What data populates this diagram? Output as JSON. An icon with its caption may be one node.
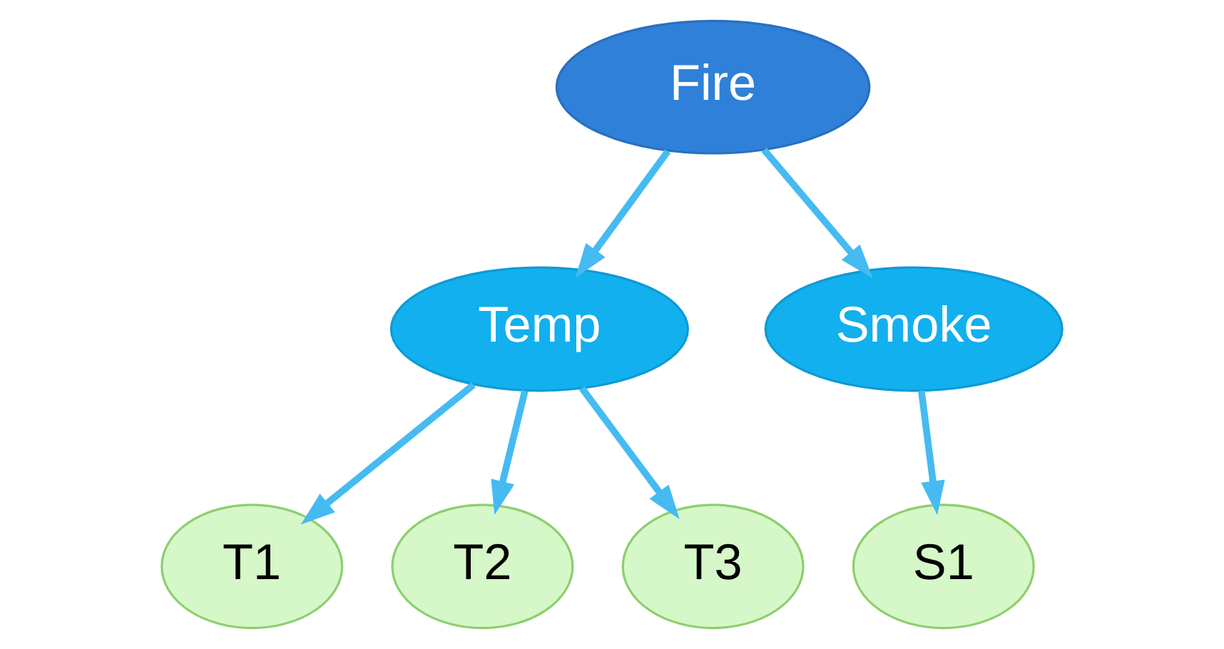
{
  "diagram": {
    "nodes": [
      {
        "text": [
          "Fire"
        ]
      },
      {
        "text": [
          "Temp"
        ]
      },
      {
        "text": [
          "Smoke"
        ]
      },
      {
        "text": [
          "T1"
        ]
      },
      {
        "text": [
          "T2"
        ]
      },
      {
        "text": [
          "T3"
        ]
      },
      {
        "text": [
          "S1"
        ]
      }
    ],
    "edges": [
      {
        "from": 0,
        "to": 1,
        "arrow": "to"
      },
      {
        "from": 0,
        "to": 2,
        "arrow": "to"
      },
      {
        "from": 1,
        "to": 3,
        "arrow": "to"
      },
      {
        "from": 1,
        "to": 4,
        "arrow": "to"
      },
      {
        "from": 1,
        "to": 5,
        "arrow": "to"
      },
      {
        "from": 2,
        "to": 6,
        "arrow": "to"
      }
    ]
  }
}
